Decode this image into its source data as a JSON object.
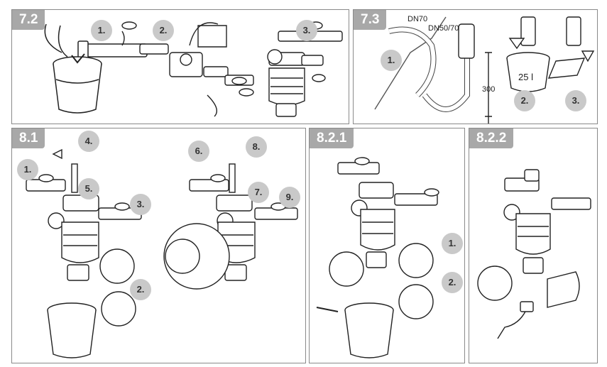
{
  "sections": {
    "s72": {
      "tag": "7.2",
      "steps": [
        "1.",
        "2.",
        "3."
      ]
    },
    "s73": {
      "tag": "7.3",
      "steps": [
        "1.",
        "2.",
        "3."
      ],
      "labels": {
        "dn70": "DN70",
        "dn5070": "DN50/70",
        "h300": "300",
        "vol": "25 l"
      }
    },
    "s81": {
      "tag": "8.1",
      "steps": [
        "1.",
        "2.",
        "3.",
        "4.",
        "5.",
        "6.",
        "7.",
        "8.",
        "9."
      ]
    },
    "s821": {
      "tag": "8.2.1",
      "steps": [
        "1.",
        "2."
      ]
    },
    "s822": {
      "tag": "8.2.2"
    }
  }
}
